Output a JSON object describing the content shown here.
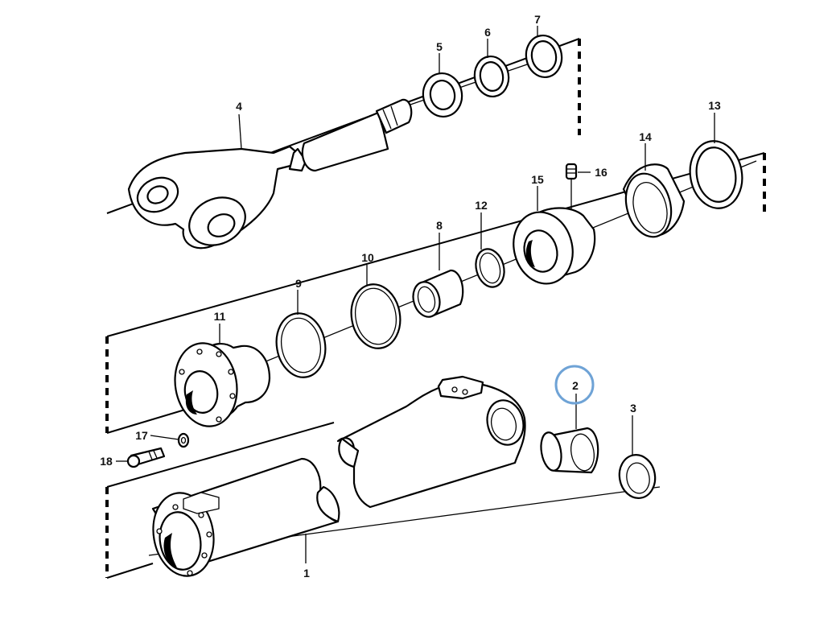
{
  "callouts": [
    {
      "id": "p1",
      "label": "1"
    },
    {
      "id": "p2",
      "label": "2",
      "highlighted": true
    },
    {
      "id": "p3",
      "label": "3"
    },
    {
      "id": "p4",
      "label": "4"
    },
    {
      "id": "p5",
      "label": "5"
    },
    {
      "id": "p6",
      "label": "6"
    },
    {
      "id": "p7",
      "label": "7"
    },
    {
      "id": "p8",
      "label": "8"
    },
    {
      "id": "p9",
      "label": "9"
    },
    {
      "id": "p10",
      "label": "10"
    },
    {
      "id": "p11",
      "label": "11"
    },
    {
      "id": "p12",
      "label": "12"
    },
    {
      "id": "p13",
      "label": "13"
    },
    {
      "id": "p14",
      "label": "14"
    },
    {
      "id": "p15",
      "label": "15"
    },
    {
      "id": "p16",
      "label": "16"
    },
    {
      "id": "p17",
      "label": "17"
    },
    {
      "id": "p18",
      "label": "18"
    }
  ],
  "colors": {
    "highlight_circle": "#6fa3d6",
    "linework": "#000000",
    "background": "#ffffff"
  }
}
